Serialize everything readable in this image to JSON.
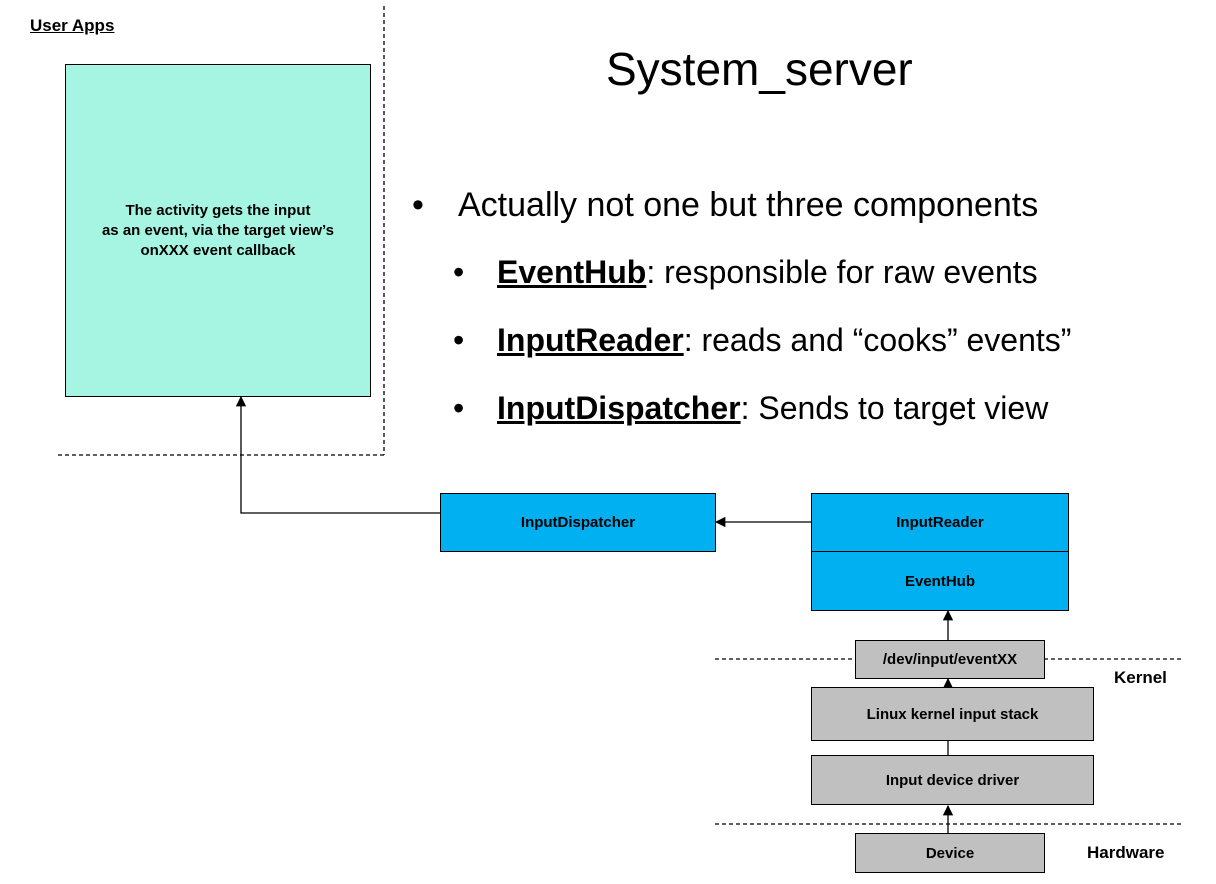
{
  "title": "System_server",
  "user_apps_label": "User Apps",
  "app_box_text": "The activity gets the input\nas an event, via the target view’s\nonXXX event callback",
  "bullet_main": "Actually not one but three components",
  "bullets": [
    {
      "term": "EventHub",
      "desc": ": responsible for raw events"
    },
    {
      "term": "InputReader",
      "desc": ": reads and “cooks” events”"
    },
    {
      "term": "InputDispatcher",
      "desc": ": Sends to target view"
    }
  ],
  "bullet_symbol": "•",
  "boxes": {
    "input_dispatcher": "InputDispatcher",
    "input_reader": "InputReader",
    "event_hub": "EventHub",
    "dev_input": "/dev/input/eventXX",
    "linux_stack": "Linux kernel input stack",
    "device_driver": "Input device driver",
    "device": "Device"
  },
  "layers": {
    "kernel": "Kernel",
    "hardware": "Hardware"
  },
  "colors": {
    "app_box": "#a5f5e2",
    "system_box": "#00b0f0",
    "kernel_box": "#c0c0c0"
  }
}
